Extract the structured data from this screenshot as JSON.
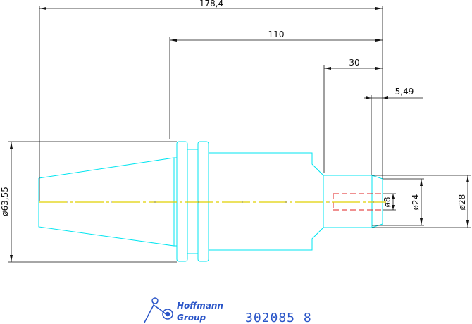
{
  "dimensions": {
    "overall_length": "178,4",
    "length_110": "110",
    "length_30": "30",
    "length_549": "5,49",
    "dia_flange": "ø63,55",
    "dia_8": "ø8",
    "dia_24": "ø24",
    "dia_28": "ø28"
  },
  "logo": {
    "line1": "Hoffmann",
    "line2": "Group"
  },
  "part_number": "302085 8",
  "colors": {
    "part_outline": "#00e5f0",
    "dimension_line": "#111111",
    "centerline": "#e0d000",
    "hidden_bore": "#e02020",
    "logo": "#2a55c8"
  }
}
